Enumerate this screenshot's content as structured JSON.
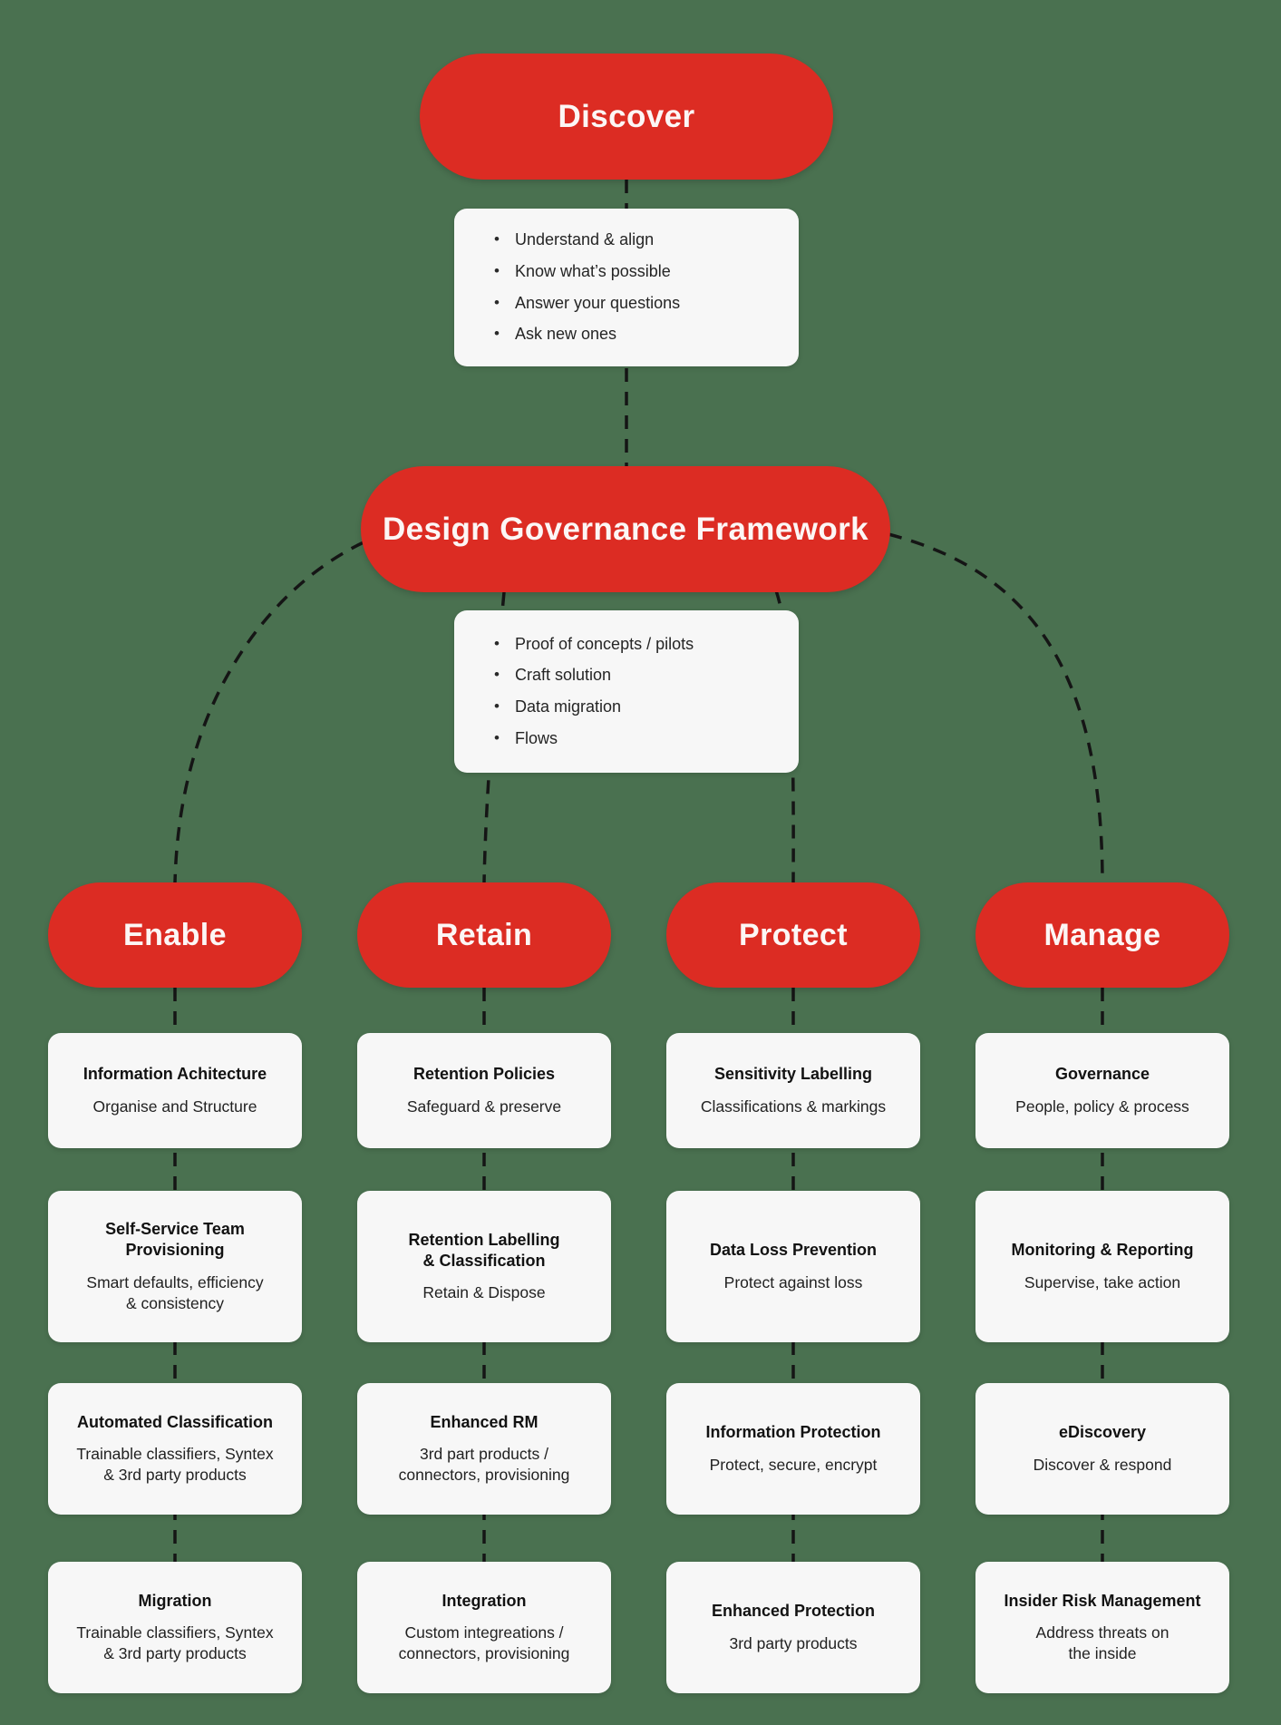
{
  "diagram": {
    "title_hint": "Information governance delivery roadmap flowchart",
    "colors": {
      "background": "#4A7150",
      "node_red": "#DC2C23",
      "card_background": "#F7F7F7",
      "connector": "#151515",
      "card_text": "#1B1B1B",
      "pill_text": "#FCF6F5"
    }
  },
  "flow": {
    "discover": "Discover",
    "discover_notes": [
      "Understand & align",
      "Know what’s possible",
      "Answer your questions",
      "Ask new ones"
    ],
    "design": "Design Governance Framework",
    "design_notes": [
      "Proof of concepts / pilots",
      "Craft solution",
      "Data migration",
      "Flows"
    ]
  },
  "columns": [
    {
      "pill": "Enable",
      "cards": [
        {
          "title": "Information Achitecture",
          "subtitle": "Organise and Structure"
        },
        {
          "title": "Self-Service Team\nProvisioning",
          "subtitle": "Smart defaults, efficiency\n& consistency"
        },
        {
          "title": "Automated Classification",
          "subtitle": "Trainable classifiers, Syntex\n& 3rd party products"
        },
        {
          "title": "Migration",
          "subtitle": "Trainable classifiers, Syntex\n& 3rd party products"
        }
      ]
    },
    {
      "pill": "Retain",
      "cards": [
        {
          "title": "Retention Policies",
          "subtitle": "Safeguard & preserve"
        },
        {
          "title": "Retention Labelling\n& Classification",
          "subtitle": "Retain & Dispose"
        },
        {
          "title": "Enhanced RM",
          "subtitle": "3rd part products /\nconnectors, provisioning"
        },
        {
          "title": "Integration",
          "subtitle": "Custom integreations /\nconnectors, provisioning"
        }
      ]
    },
    {
      "pill": "Protect",
      "cards": [
        {
          "title": "Sensitivity Labelling",
          "subtitle": "Classifications & markings"
        },
        {
          "title": "Data Loss Prevention",
          "subtitle": "Protect against loss"
        },
        {
          "title": "Information Protection",
          "subtitle": "Protect, secure, encrypt"
        },
        {
          "title": "Enhanced Protection",
          "subtitle": "3rd party products"
        }
      ]
    },
    {
      "pill": "Manage",
      "cards": [
        {
          "title": "Governance",
          "subtitle": "People, policy & process"
        },
        {
          "title": "Monitoring & Reporting",
          "subtitle": "Supervise, take action"
        },
        {
          "title": "eDiscovery",
          "subtitle": "Discover & respond"
        },
        {
          "title": "Insider Risk Management",
          "subtitle": "Address threats on\nthe inside"
        }
      ]
    }
  ]
}
